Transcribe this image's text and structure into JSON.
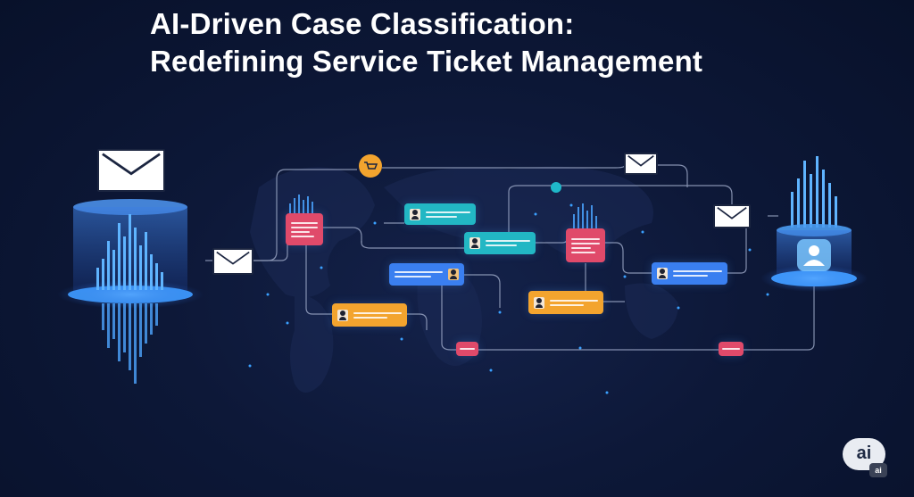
{
  "title": {
    "line1": "AI-Driven Case Classification:",
    "line2": "Redefining Service Ticket Management"
  },
  "badge": {
    "text": "ai",
    "sub": "ai"
  },
  "colors": {
    "background": "#0d1838",
    "accent_blue": "#3a8dff",
    "connector": "#9aa6c4",
    "card_red": "#e04a6a",
    "card_teal": "#22b7c4",
    "card_orange": "#f3a42e",
    "card_blue": "#3a7ff0",
    "node_orange": "#f3a42e",
    "node_teal": "#1fb8c9"
  },
  "icons": [
    "envelope-icon",
    "user-icon",
    "cart-icon",
    "ai-logo-icon"
  ]
}
